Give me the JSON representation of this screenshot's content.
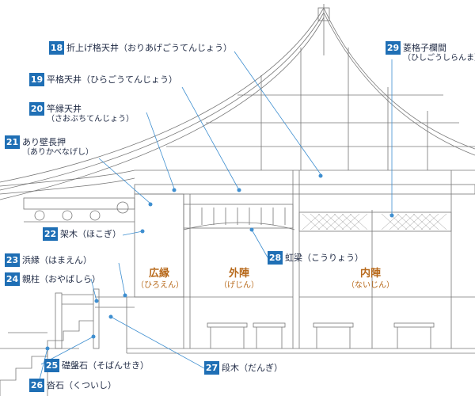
{
  "callouts": [
    {
      "num": "18",
      "text": "折上げ格天井（おりあげごうてんじょう）",
      "sub": ""
    },
    {
      "num": "19",
      "text": "平格天井（ひらごうてんじょう）",
      "sub": ""
    },
    {
      "num": "20",
      "text": "竿縁天井",
      "sub": "（さおぶちてんじょう）"
    },
    {
      "num": "21",
      "text": "あり壁長押",
      "sub": "（ありかべなげし）"
    },
    {
      "num": "22",
      "text": "架木（ほこぎ）",
      "sub": ""
    },
    {
      "num": "23",
      "text": "浜縁（はまえん）",
      "sub": ""
    },
    {
      "num": "24",
      "text": "親柱（おやばしら）",
      "sub": ""
    },
    {
      "num": "25",
      "text": "礎盤石（そばんせき）",
      "sub": ""
    },
    {
      "num": "26",
      "text": "沓石（くついし）",
      "sub": ""
    },
    {
      "num": "27",
      "text": "段木（だんぎ）",
      "sub": ""
    },
    {
      "num": "28",
      "text": "虹梁（こうりょう）",
      "sub": ""
    },
    {
      "num": "29",
      "text": "菱格子欄間",
      "sub": "（ひしごうしらんま）"
    }
  ],
  "areas": [
    {
      "name": "広縁",
      "reading": "（ひろえん）"
    },
    {
      "name": "外陣",
      "reading": "（げじん）"
    },
    {
      "name": "内陣",
      "reading": "（ないじん）"
    }
  ],
  "colors": {
    "badge": "#1f6fb5",
    "leader": "#3f8fd0",
    "area_text": "#b86a1c",
    "line": "#8a8a8a"
  }
}
